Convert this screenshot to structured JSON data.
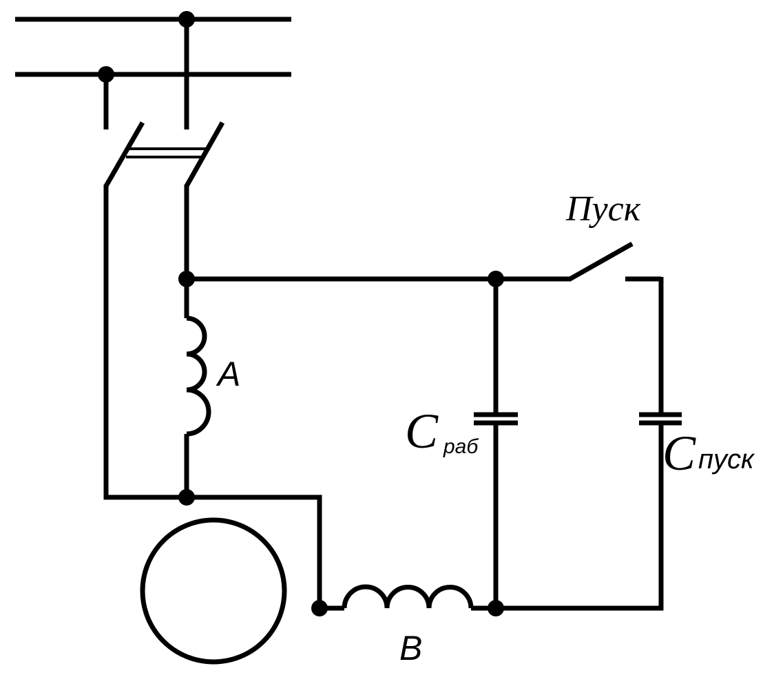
{
  "labels": {
    "winding_a": "A",
    "winding_b": "B",
    "start_switch": "Пуск",
    "cap_run_main": "C",
    "cap_run_sub": "раб",
    "cap_start_main": "C",
    "cap_start_sub": "пуск"
  },
  "colors": {
    "line": "#000000",
    "background": "#ffffff"
  }
}
